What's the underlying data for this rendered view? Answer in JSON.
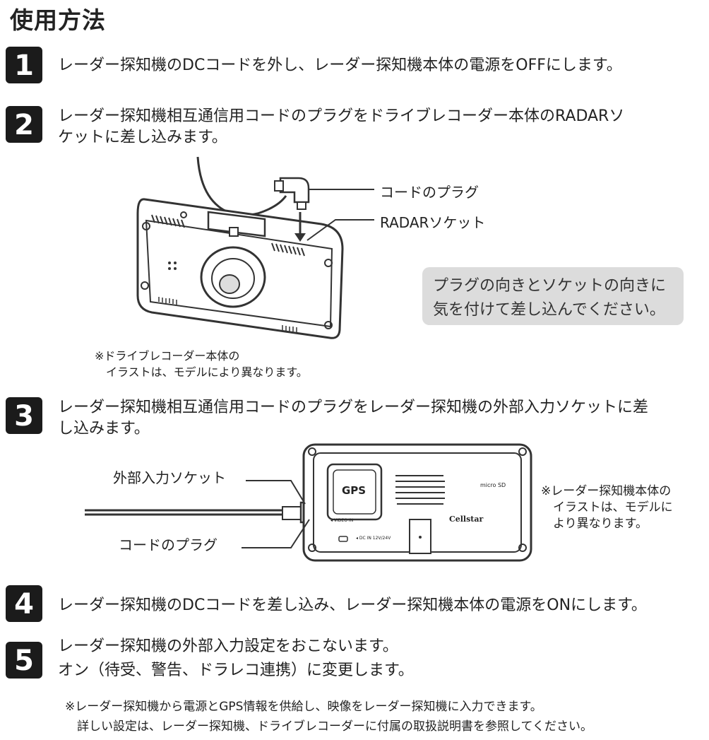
{
  "header": {
    "title": "使用方法"
  },
  "steps": [
    {
      "number": "1",
      "lines": [
        "レーダー探知機のDCコードを外し、レーダー探知機本体の電源をOFFにします。"
      ]
    },
    {
      "number": "2",
      "lines": [
        "レーダー探知機相互通信用コードのプラグをドライブレコーダー本体のRADARソ",
        "ケットに差し込みます。"
      ]
    },
    {
      "number": "3",
      "lines": [
        "レーダー探知機相互通信用コードのプラグをレーダー探知機の外部入力ソケットに差",
        "し込みます。"
      ]
    },
    {
      "number": "4",
      "lines": [
        "レーダー探知機のDCコードを差し込み、レーダー探知機本体の電源をONにします。"
      ]
    },
    {
      "number": "5",
      "lines": [
        "レーダー探知機の外部入力設定をおこないます。",
        "オン（待受、警告、ドラレコ連携）に変更します。"
      ]
    }
  ],
  "figure1": {
    "plug_label": "コードのプラグ",
    "socket_label": "RADARソケット",
    "tip_lines": [
      "プラグの向きとソケットの向きに",
      "気を付けて差し込んでください。"
    ],
    "note_lines": [
      "※ドライブレコーダー本体の",
      "　イラストは、モデルにより異なります。"
    ]
  },
  "figure2": {
    "socket_label": "外部入力ソケット",
    "plug_label": "コードのプラグ",
    "gps_label": "GPS",
    "brand": "Cellstar",
    "video_in": "◂ VIDEO IN",
    "dc_in": "◂ DC IN 12V/24V",
    "micro_sd": "micro SD",
    "note_lines": [
      "※レーダー探知機本体の",
      "　イラストは、モデルに",
      "　より異なります。"
    ]
  },
  "footer_notes": [
    "※レーダー探知機から電源とGPS情報を供給し、映像をレーダー探知機に入力できます。",
    "　詳しい設定は、レーダー探知機、ドライブレコーダーに付属の取扱説明書を参照してください。"
  ]
}
